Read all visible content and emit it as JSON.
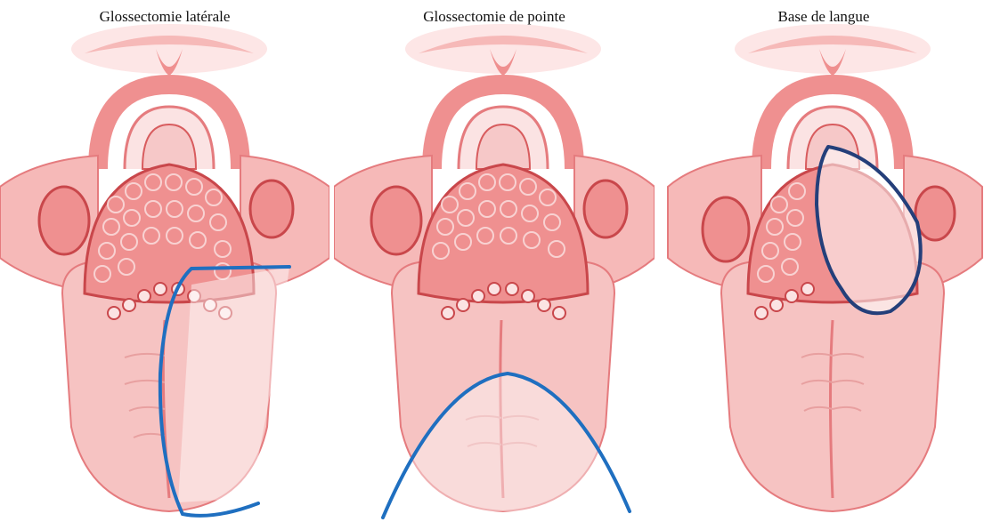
{
  "panels": [
    {
      "title": "Glossectomie latérale",
      "resection_zone": "lateral"
    },
    {
      "title": "Glossectomie de pointe",
      "resection_zone": "tip"
    },
    {
      "title": "Base de langue",
      "resection_zone": "base"
    }
  ],
  "colors": {
    "tissue_light": "#fbe3e3",
    "tissue": "#f6b9b8",
    "tissue_mid": "#ef9090",
    "tissue_dark": "#d85c5e",
    "outline": "#c9474b",
    "resection_line_blue": "#1f6fc0",
    "resection_line_navy": "#243f7a"
  }
}
